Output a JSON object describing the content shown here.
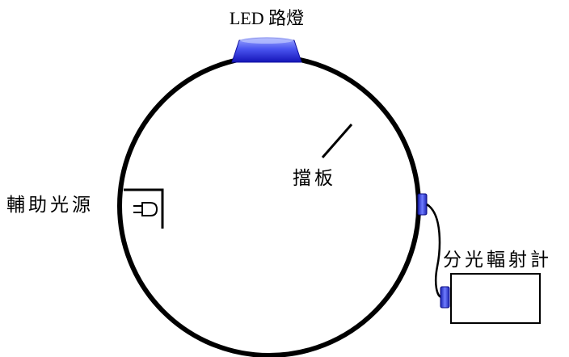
{
  "diagram": {
    "labels": {
      "led": "LED 路燈",
      "baffle": "擋板",
      "aux_source": "輔助光源",
      "spectroradiometer": "分光輻射計"
    },
    "colors": {
      "stroke": "#000000",
      "led_fill_light": "#7b8cff",
      "led_fill_dark": "#1a1acc",
      "port_fill": "#2b3bd8"
    }
  }
}
